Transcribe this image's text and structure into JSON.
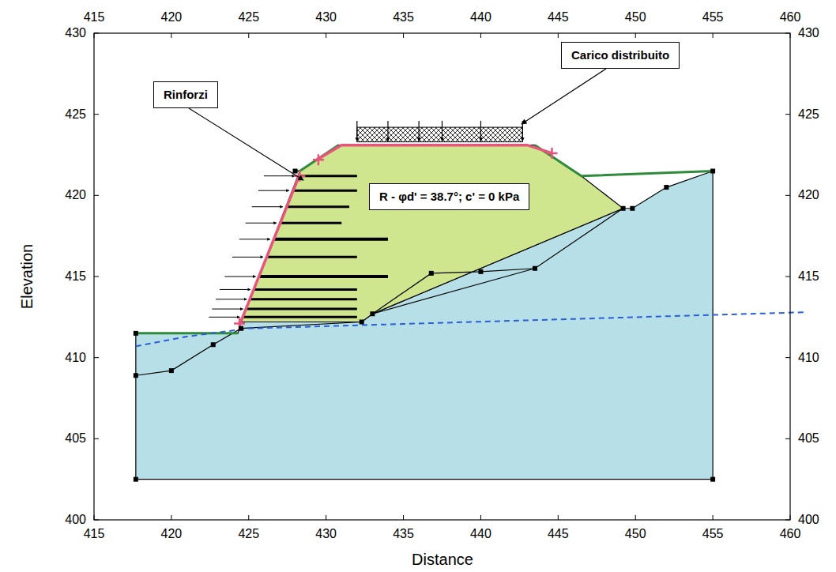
{
  "diagram": {
    "nodes": [
      {
        "text": [
          "Rinforzi"
        ]
      },
      {
        "text": [
          "Carico distribuito"
        ]
      },
      {
        "text": [
          "R - φd' = 38.7°; c' = 0 kPa"
        ]
      }
    ],
    "labels": [
      "415",
      "420",
      "425",
      "430",
      "435",
      "440",
      "445",
      "450",
      "455",
      "460",
      "415",
      "420",
      "425",
      "430",
      "435",
      "440",
      "445",
      "450",
      "455",
      "460",
      "400",
      "405",
      "410",
      "415",
      "420",
      "425",
      "430",
      "400",
      "405",
      "410",
      "415",
      "420",
      "425",
      "430",
      "Elevation",
      "Distance"
    ]
  }
}
